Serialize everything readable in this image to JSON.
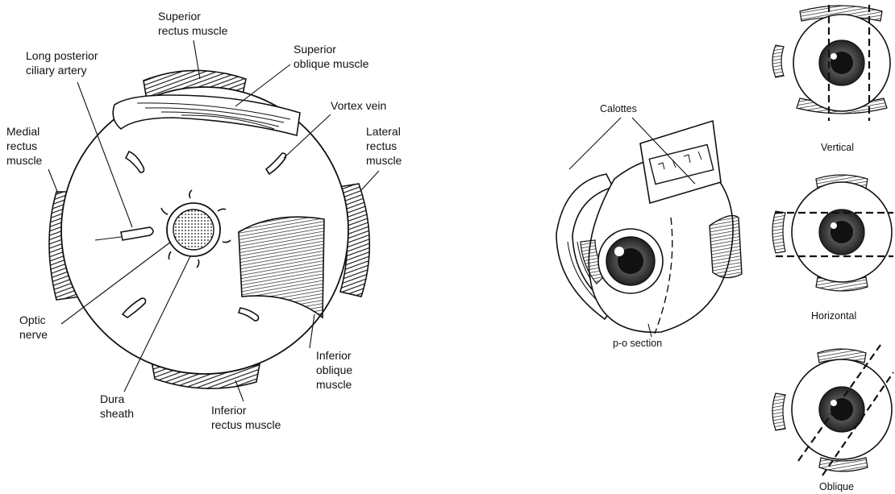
{
  "left_figure": {
    "labels": {
      "superior_rectus": [
        "Superior",
        "rectus muscle"
      ],
      "superior_oblique": [
        "Superior",
        "oblique muscle"
      ],
      "long_posterior_ciliary": [
        "Long posterior",
        "ciliary artery"
      ],
      "vortex_vein": [
        "Vortex vein"
      ],
      "medial_rectus": [
        "Medial",
        "rectus",
        "muscle"
      ],
      "lateral_rectus": [
        "Lateral",
        "rectus",
        "muscle"
      ],
      "optic_nerve": [
        "Optic",
        "nerve"
      ],
      "inferior_oblique": [
        "Inferior",
        "oblique",
        "muscle"
      ],
      "dura_sheath": [
        "Dura",
        "sheath"
      ],
      "inferior_rectus": [
        "Inferior",
        "rectus muscle"
      ]
    }
  },
  "middle_figure": {
    "labels": {
      "calottes": "Calottes",
      "po_section": "p-o section"
    }
  },
  "right_figure": {
    "labels": {
      "vertical": "Vertical",
      "horizontal": "Horizontal",
      "oblique": "Oblique"
    }
  }
}
